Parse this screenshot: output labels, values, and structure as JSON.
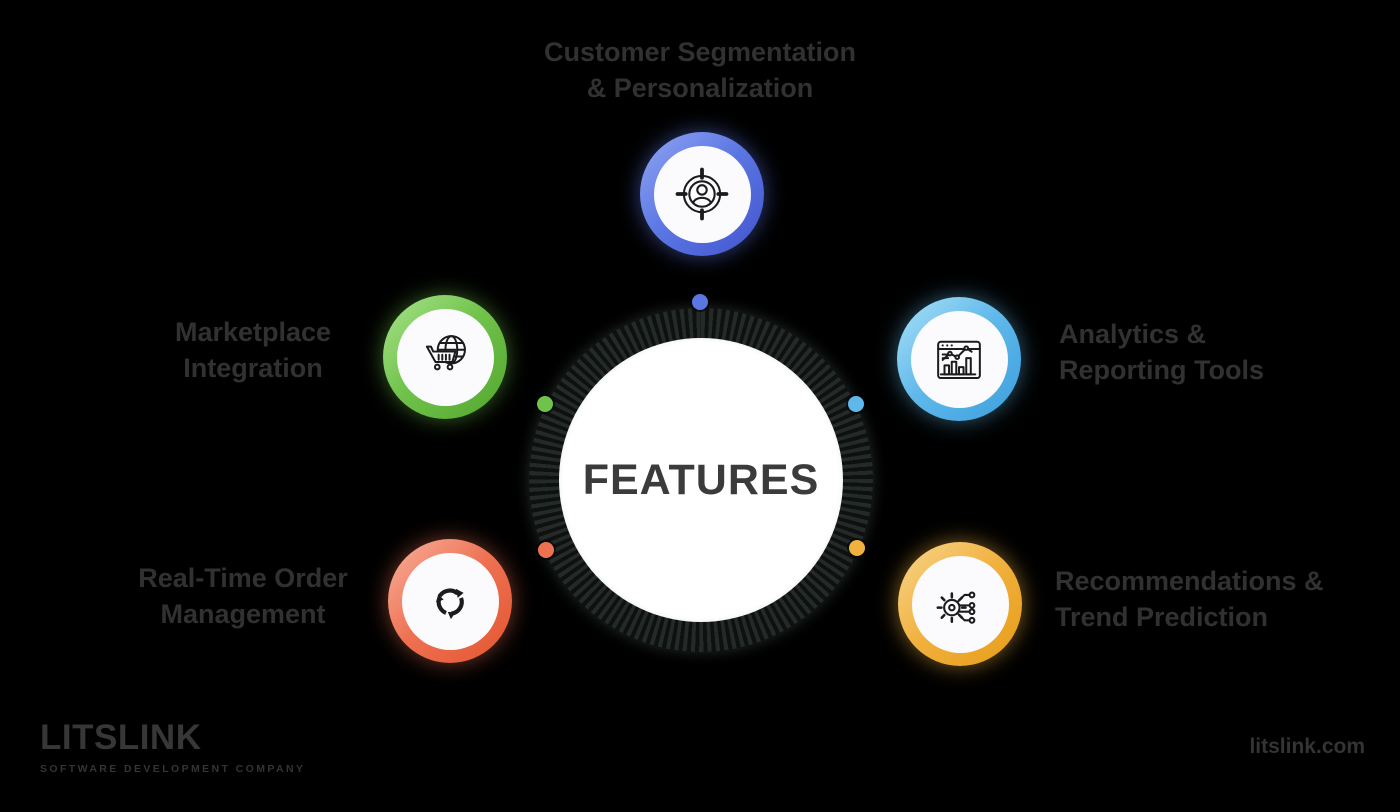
{
  "center": {
    "label": "FEATURES"
  },
  "nodes": [
    {
      "id": "customer-segmentation",
      "label_line1": "Customer Segmentation",
      "label_line2": "& Personalization",
      "color": "#5b76e3",
      "icon": "target-customer-icon"
    },
    {
      "id": "marketplace-integration",
      "label_line1": "Marketplace",
      "label_line2": "Integration",
      "color": "#6fc24a",
      "icon": "globe-cart-icon"
    },
    {
      "id": "analytics-reporting",
      "label_line1": "Analytics &",
      "label_line2": "Reporting Tools",
      "color": "#5fb8ea",
      "icon": "analytics-chart-icon"
    },
    {
      "id": "order-management",
      "label_line1": "Real-Time Order",
      "label_line2": "Management",
      "color": "#ee7152",
      "icon": "sync-arrows-icon"
    },
    {
      "id": "recommendations-trend-prediction",
      "label_line1": "Recommendations &",
      "label_line2": "Trend Prediction",
      "color": "#f1b13f",
      "icon": "gear-circuit-icon"
    }
  ],
  "footer": {
    "logo_text": "LITSLINK",
    "logo_tagline": "SOFTWARE DEVELOPMENT COMPANY",
    "website": "litslink.com"
  },
  "colors": {
    "background": "#000000",
    "center_circle": "#ffffff",
    "center_ring": "#232a27",
    "label_text": "#313131",
    "center_text": "#3b3b3b"
  }
}
